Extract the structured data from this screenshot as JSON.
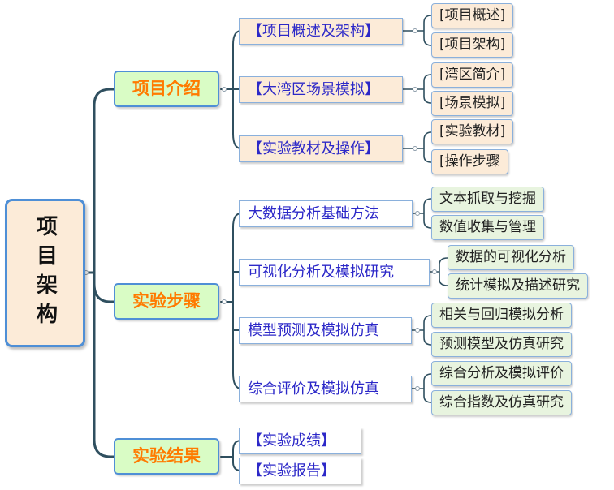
{
  "root": {
    "label": "项目架构"
  },
  "branches": [
    {
      "label": "项目介绍",
      "children": [
        {
          "label": "【项目概述及架构】",
          "leaves": [
            "[项目概述]",
            "[项目架构]"
          ]
        },
        {
          "label": "【大湾区场景模拟】",
          "leaves": [
            "[湾区简介]",
            "[场景模拟]"
          ]
        },
        {
          "label": "【实验教材及操作】",
          "leaves": [
            "[实验教材]",
            "[操作步骤"
          ]
        }
      ]
    },
    {
      "label": "实验步骤",
      "children": [
        {
          "label": "大数据分析基础方法",
          "leaves": [
            "文本抓取与挖掘",
            "数值收集与管理"
          ]
        },
        {
          "label": "可视化分析及模拟研究",
          "leaves": [
            "数据的可视化分析",
            "统计模拟及描述研究"
          ]
        },
        {
          "label": "模型预测及模拟仿真",
          "leaves": [
            "相关与回归模拟分析",
            "预测模型及仿真研究"
          ]
        },
        {
          "label": "综合评价及模拟仿真",
          "leaves": [
            "综合分析及模拟评价",
            "综合指数及仿真研究"
          ]
        }
      ]
    },
    {
      "label": "实验结果",
      "children": [
        {
          "label": "【实验成绩】",
          "leaves": []
        },
        {
          "label": "【实验报告】",
          "leaves": []
        }
      ]
    }
  ],
  "colors": {
    "connector": "#2f4f5f",
    "border": "#4f8fd6",
    "level1_fill": "#d9fcc5",
    "level1_text": "#ff7a00",
    "level2_text": "#2c28c8",
    "leaf_fill": "#fcebd8",
    "leaf_fill_alt": "#e8f4df"
  }
}
